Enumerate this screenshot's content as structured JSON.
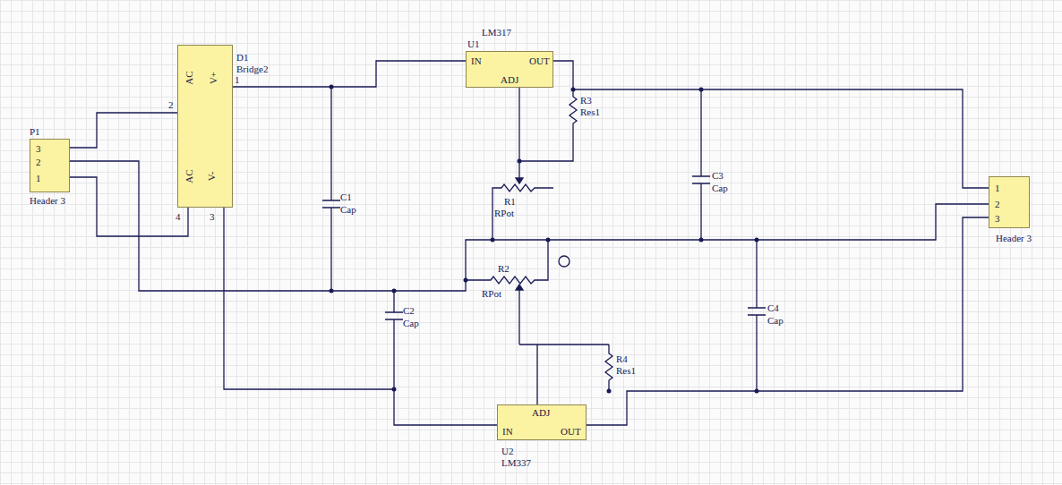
{
  "diagram": {
    "nodes": [
      {
        "text": [
          "3",
          "2",
          "1"
        ]
      },
      {
        "text": [
          "AC",
          "V+",
          "AC",
          "V-"
        ]
      },
      {
        "text": [
          "IN",
          "OUT",
          "ADJ"
        ]
      },
      {
        "text": [
          "ADJ",
          "IN",
          "OUT"
        ]
      },
      {
        "text": [
          "1",
          "2",
          "3"
        ]
      }
    ],
    "edges": [
      {
        "from": 0,
        "to": 1,
        "arrow": "none"
      },
      {
        "from": 0,
        "to": 1,
        "arrow": "none"
      },
      {
        "from": 1,
        "to": 2,
        "arrow": "none"
      },
      {
        "from": 1,
        "to": 3,
        "arrow": "none"
      },
      {
        "from": 2,
        "to": 4,
        "arrow": "none"
      },
      {
        "from": 3,
        "to": 4,
        "arrow": "none"
      },
      {
        "from": 0,
        "to": 4,
        "arrow": "none"
      }
    ],
    "labels": [
      "P1",
      "Header 3",
      "D1",
      "Bridge2",
      "2",
      "1",
      "4",
      "3",
      "LM317",
      "U1",
      "R3",
      "Res1",
      "R1",
      "RPot",
      "C1",
      "Cap",
      "C2",
      "Cap",
      "R2",
      "RPot",
      "R4",
      "Res1",
      "U2",
      "LM337",
      "C3",
      "Cap",
      "C4",
      "Cap",
      "Header 3"
    ]
  }
}
